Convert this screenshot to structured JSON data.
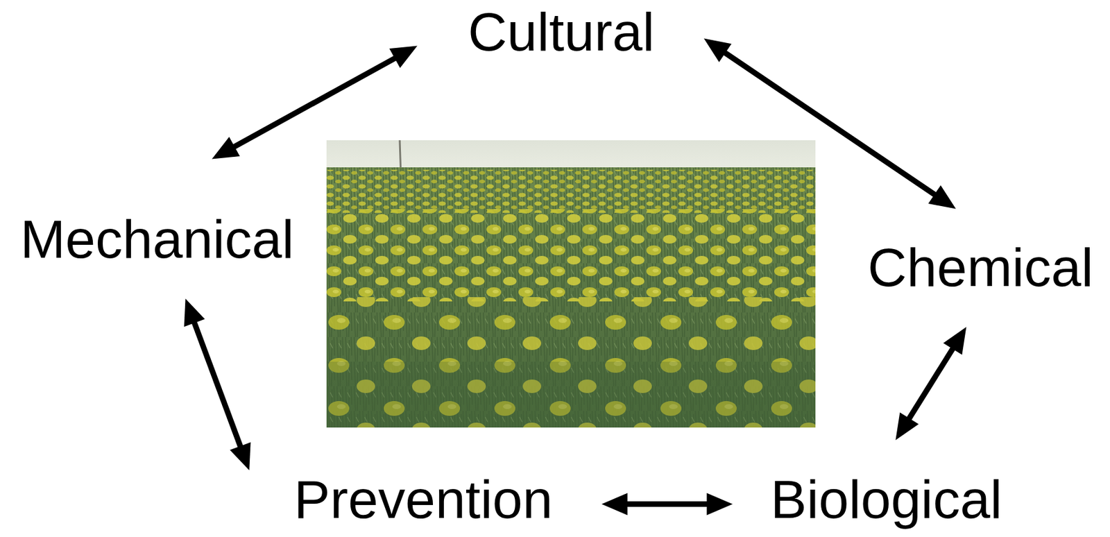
{
  "diagram": {
    "nodes": [
      {
        "text": [
          "Cultural"
        ]
      },
      {
        "text": [
          "Mechanical"
        ]
      },
      {
        "text": [
          "Chemical"
        ]
      },
      {
        "text": [
          "Prevention"
        ]
      },
      {
        "text": [
          "Biological"
        ]
      }
    ],
    "edges": [
      {
        "from": 0,
        "to": 1,
        "arrow": "both"
      },
      {
        "from": 0,
        "to": 2,
        "arrow": "both"
      },
      {
        "from": 1,
        "to": 3,
        "arrow": "both"
      },
      {
        "from": 3,
        "to": 4,
        "arrow": "both"
      },
      {
        "from": 2,
        "to": 4,
        "arrow": "both"
      }
    ]
  }
}
